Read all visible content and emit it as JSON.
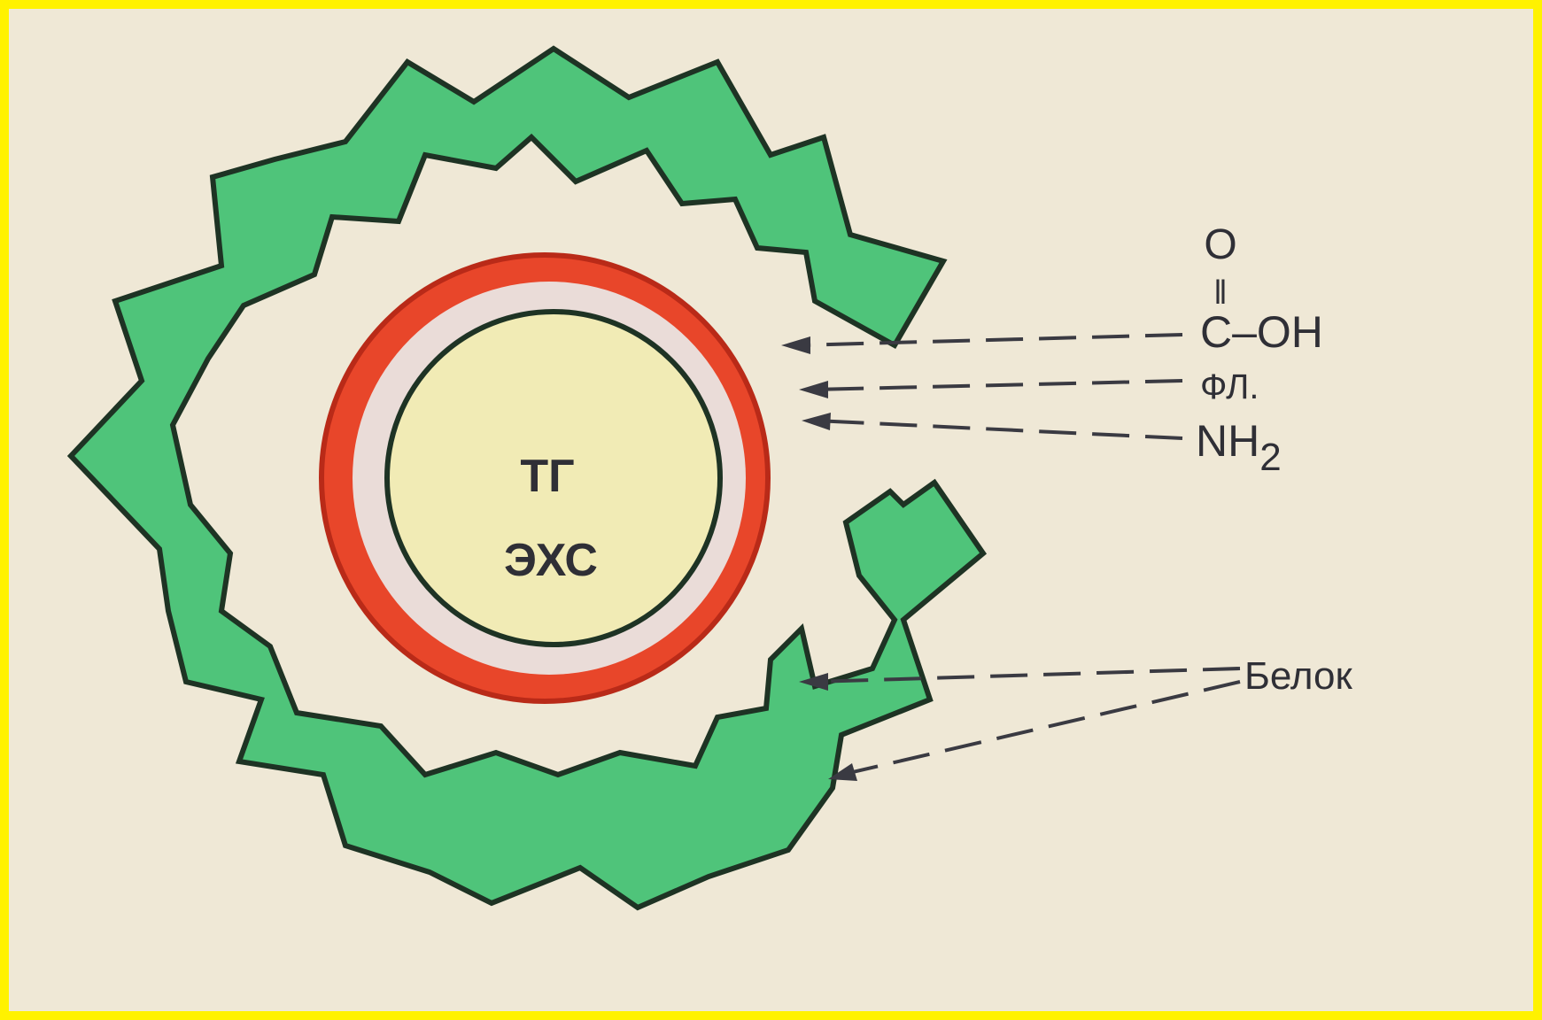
{
  "diagram": {
    "core_labels": [
      "ТГ",
      "ЭХС"
    ],
    "chem_top": "O",
    "chem_bond": "‖",
    "chem_carboxyl": "C–OH",
    "label_fl": "ФЛ.",
    "label_nh_main": "NH",
    "label_nh_sub": "2",
    "label_protein": "Белок"
  },
  "colors": {
    "border": "#fff200",
    "background": "#efe8d6",
    "protein": "#4fc47a",
    "phospholipid_ring": "#e8462a",
    "core": "#f1ebb5",
    "outline": "#1e3324",
    "text": "#2f2f36"
  }
}
